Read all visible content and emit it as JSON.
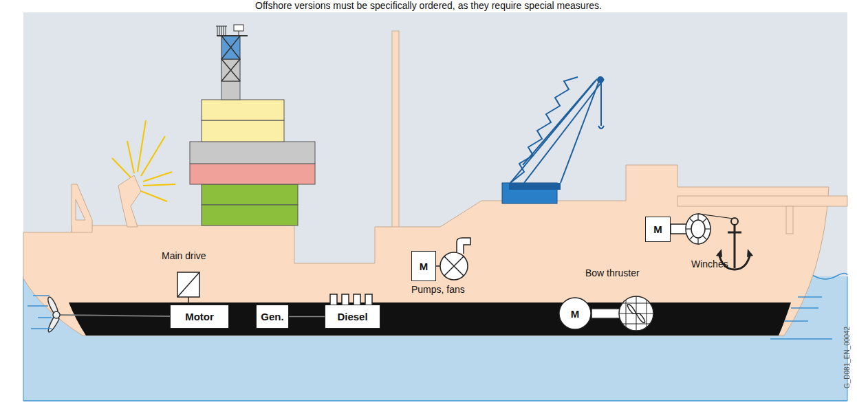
{
  "diagram": {
    "nodes": [
      {
        "text": [
          "Motor"
        ]
      },
      {
        "text": [
          "Gen."
        ]
      },
      {
        "text": [
          "Diesel"
        ]
      },
      {
        "text": [
          "M"
        ]
      },
      {
        "text": [
          "M"
        ]
      },
      {
        "text": [
          "M"
        ]
      }
    ],
    "edges": [
      {
        "from": 1,
        "to": 2,
        "arrow": "none"
      }
    ],
    "labels": [
      "Offshore versions must be specifically ordered, as they require special measures.",
      "Main drive",
      "Pumps, fans",
      "Bow thruster",
      "Winches",
      "G_D081_EN_00042"
    ]
  }
}
